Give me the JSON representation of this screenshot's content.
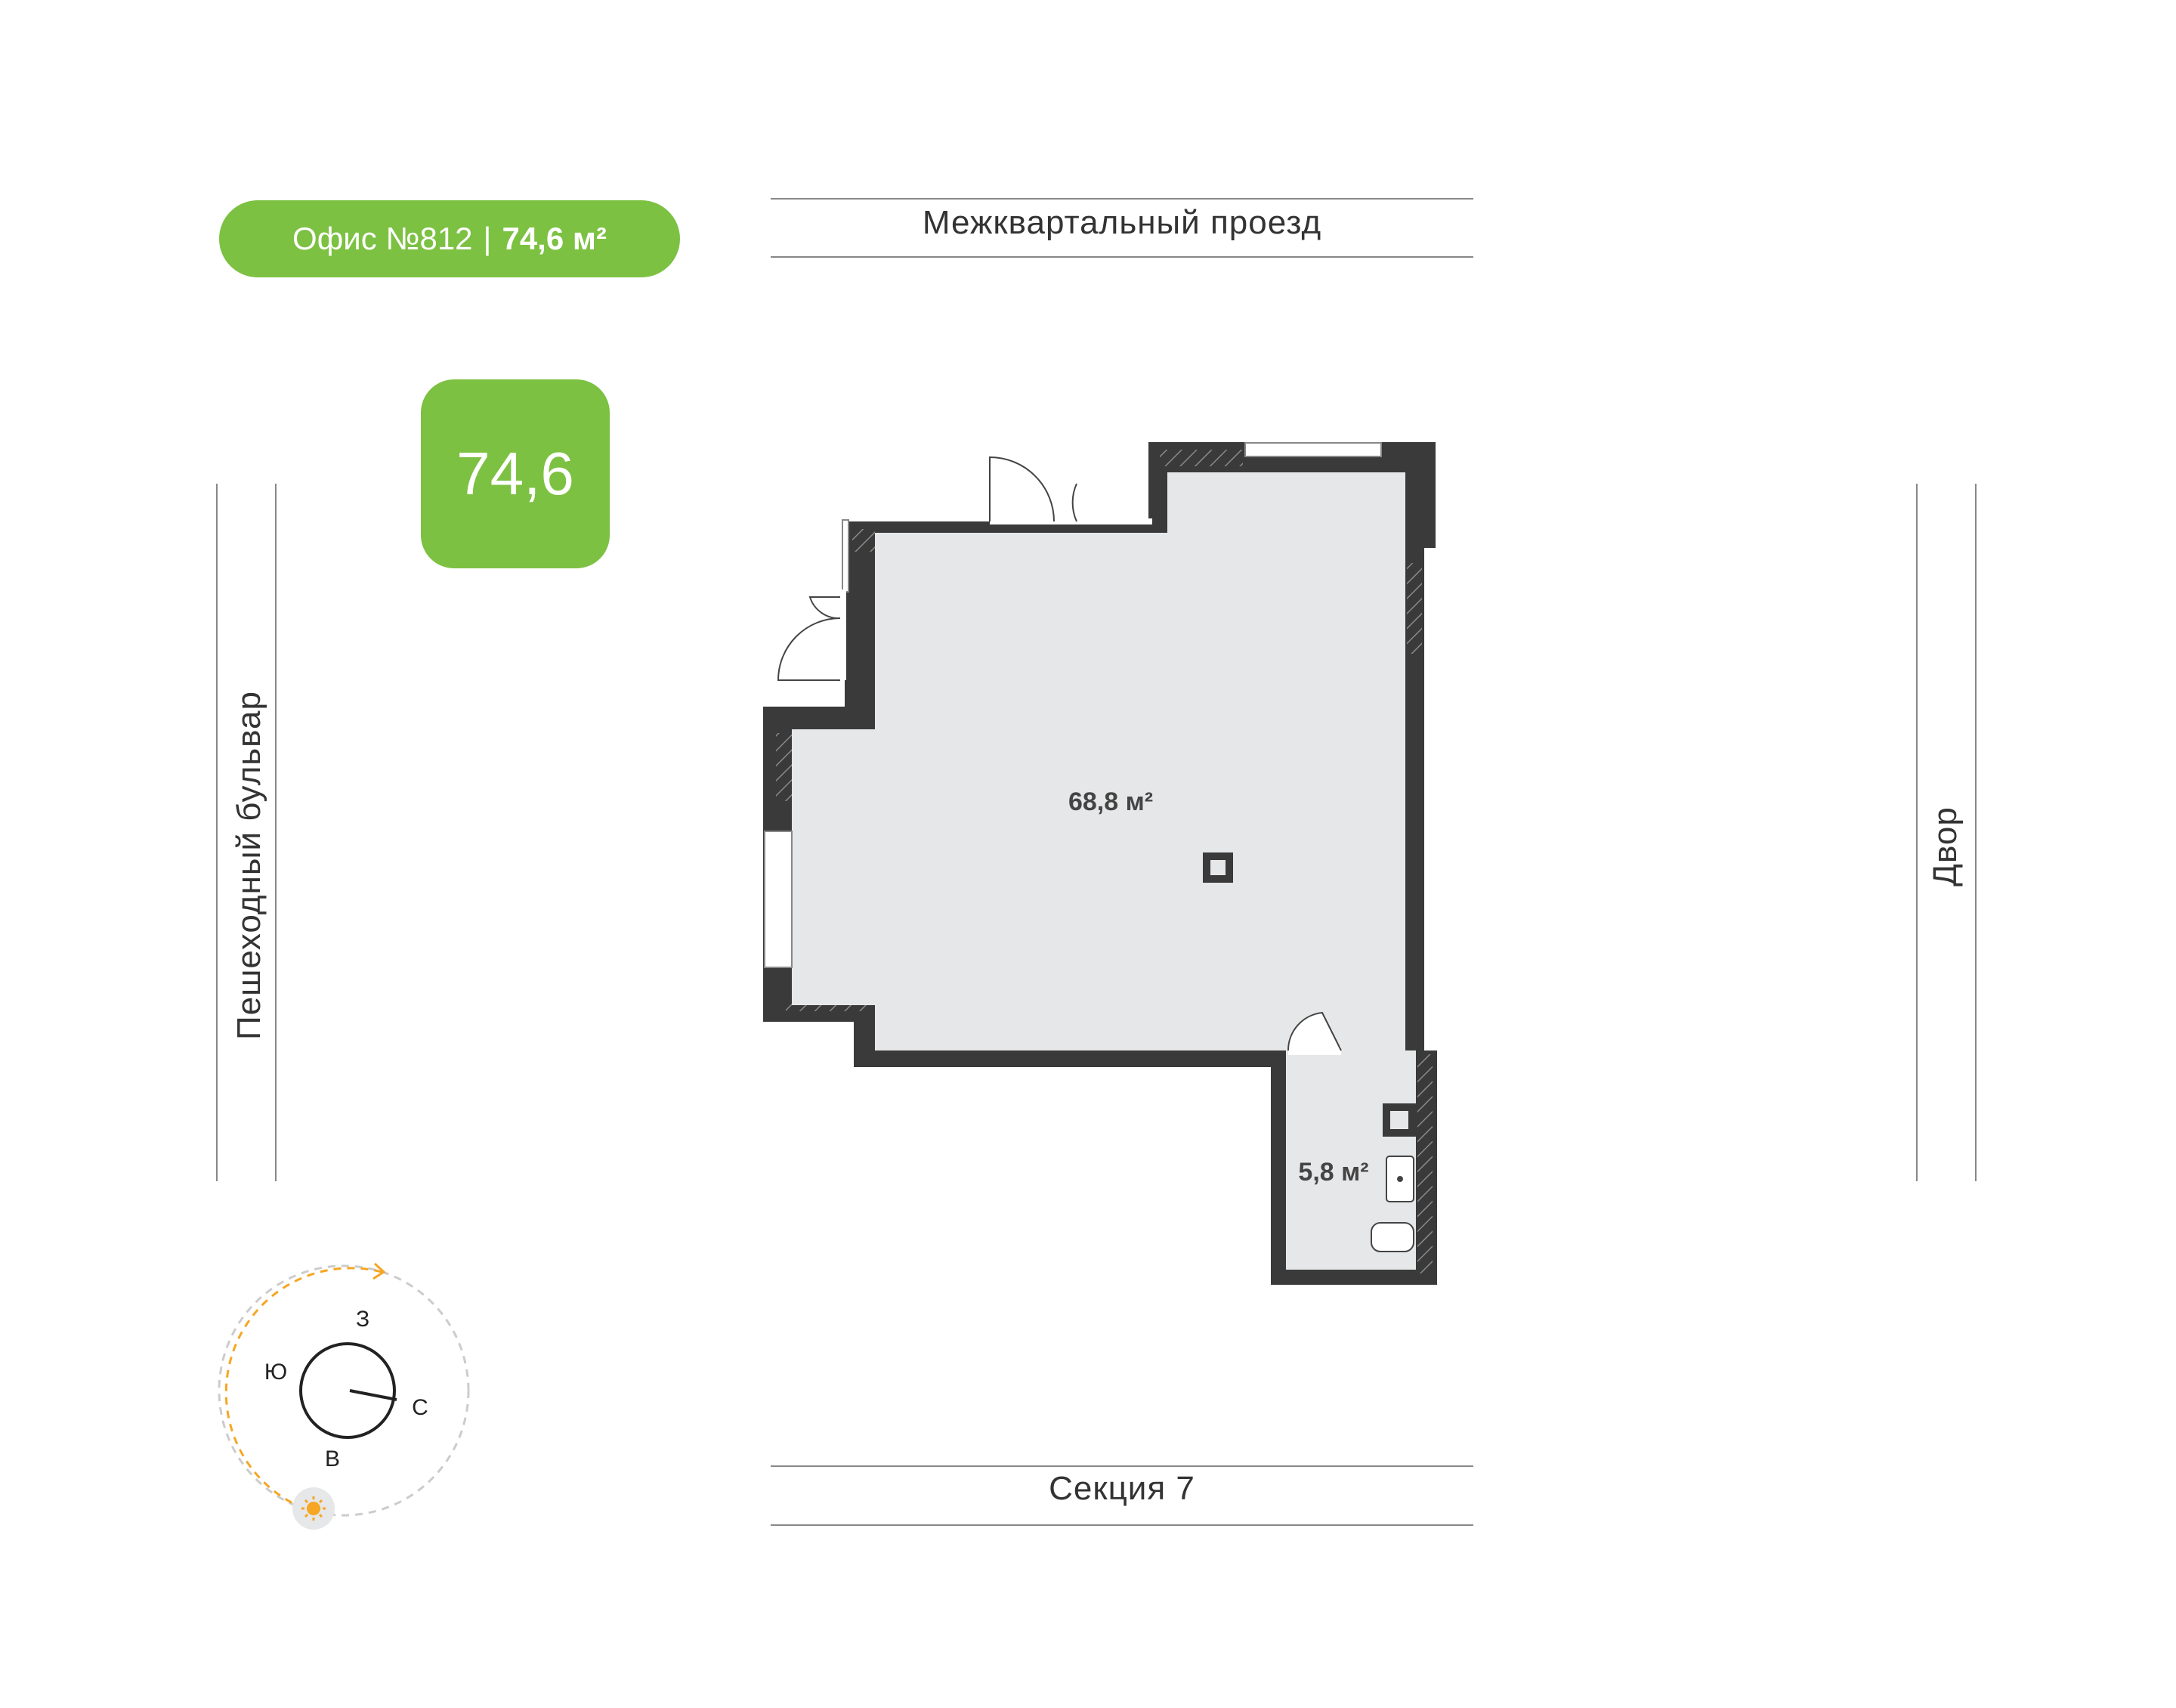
{
  "header": {
    "office_label": "Офис №812",
    "separator": "|",
    "area_label": "74,6 м²"
  },
  "badge": {
    "area_value": "74,6"
  },
  "streets": {
    "top": "Межквартальный проезд",
    "bottom": "Секция 7",
    "left": "Пешеходный бульвар",
    "right": "Двор"
  },
  "rooms": [
    {
      "name": "main-hall",
      "area": "68,8 м²"
    },
    {
      "name": "bathroom",
      "area": "5,8 м²"
    }
  ],
  "compass": {
    "west": "З",
    "south": "Ю",
    "north": "С",
    "east": "В",
    "sun_icon": "sun-icon"
  },
  "colors": {
    "accent": "#7cc142",
    "wall": "#3a3a3a",
    "floor": "#e6e7e8",
    "sun_path": "#f5a623"
  }
}
